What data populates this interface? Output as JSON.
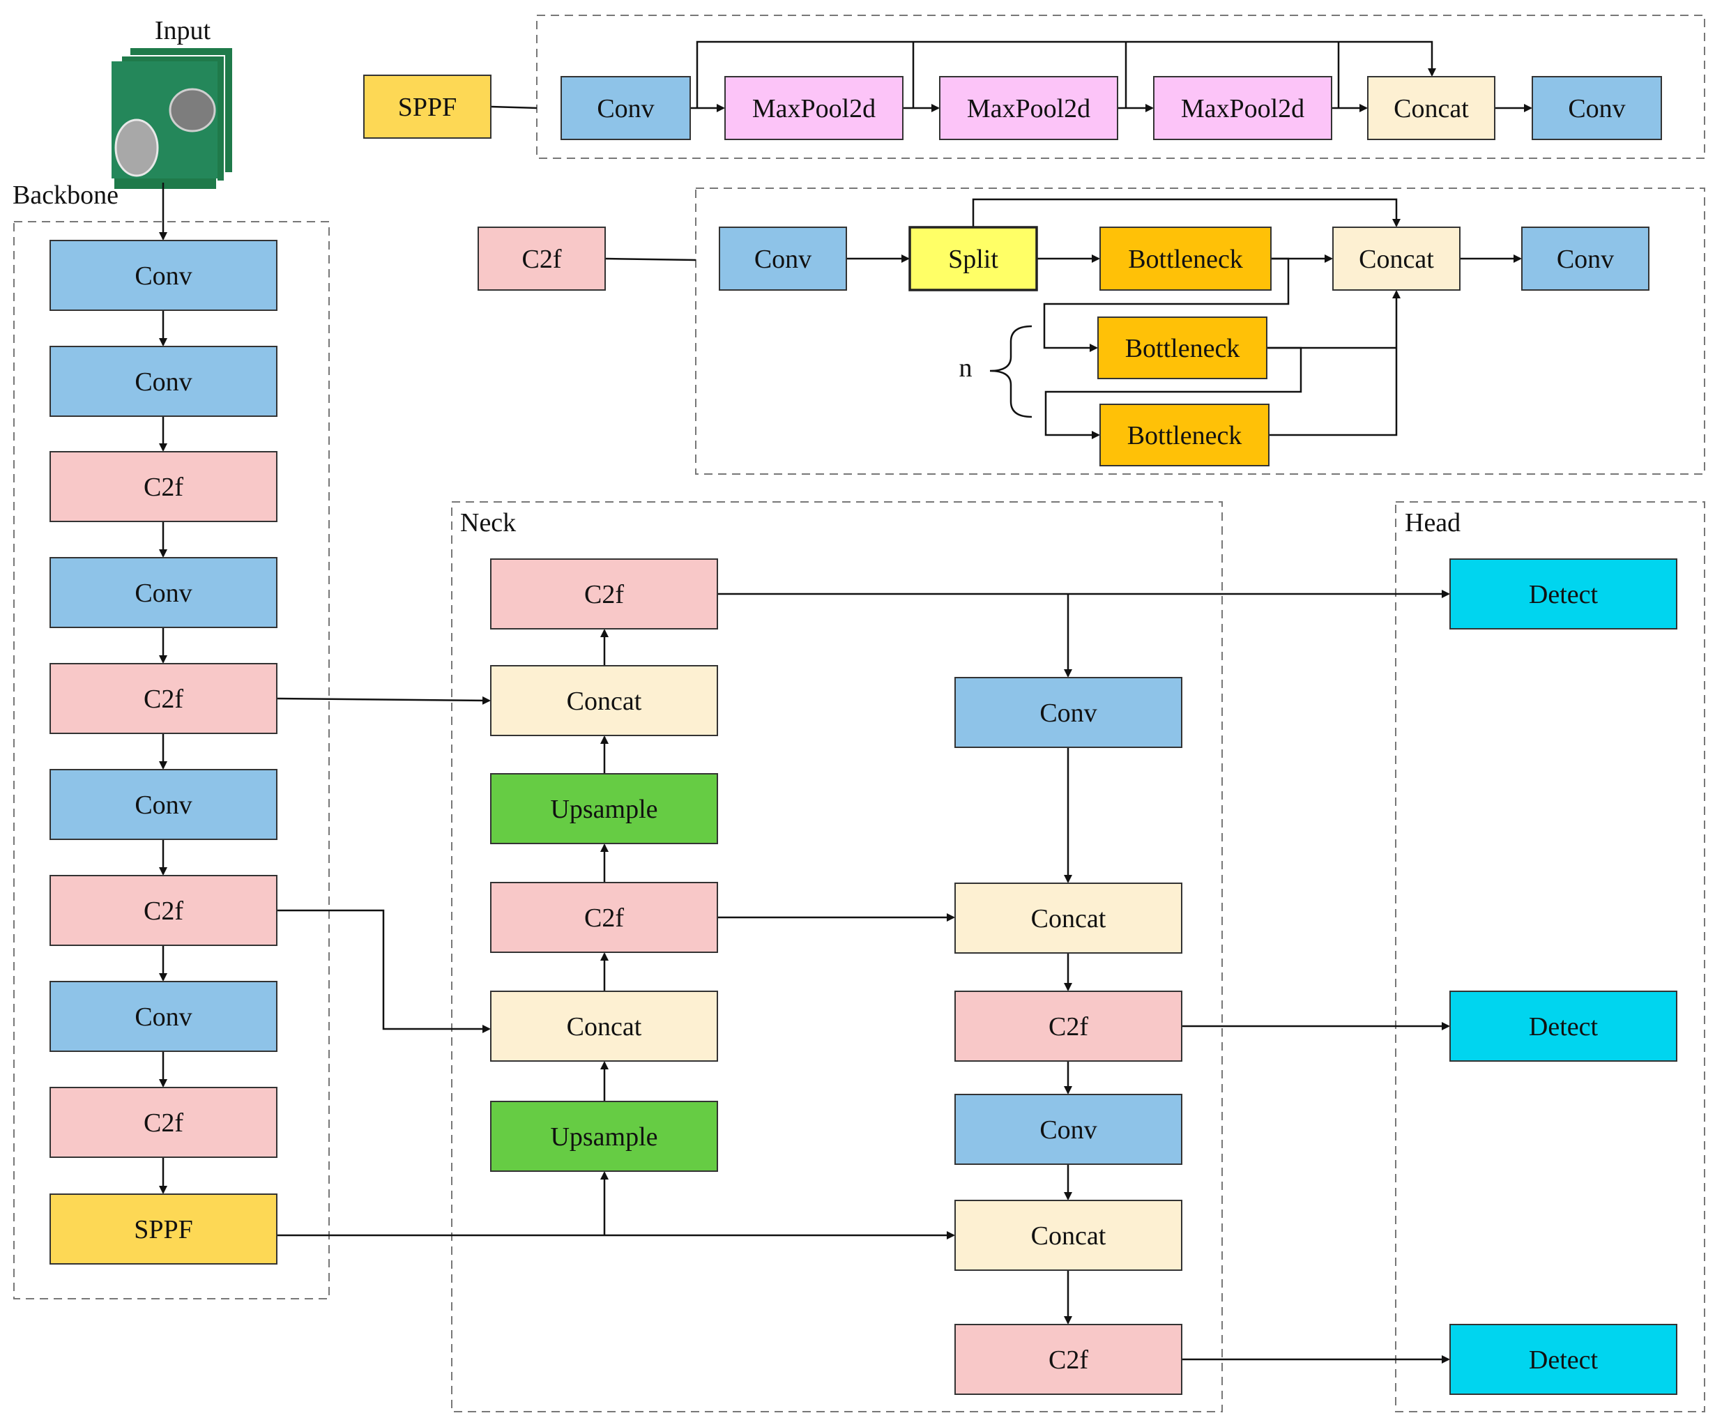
{
  "labels": {
    "input": "Input",
    "backbone": "Backbone",
    "neck": "Neck",
    "head": "Head",
    "n": "n"
  },
  "colors": {
    "conv": "#8ec3e8",
    "c2f": "#f8c8c8",
    "sppf": "#fdd855",
    "maxpool": "#fcc4f8",
    "concat": "#fdf0d2",
    "split": "#ffff66",
    "bottleneck": "#ffc107",
    "upsample": "#66cc44",
    "detect": "#00d5ef",
    "input_green": "#1f7a4a",
    "stroke": "#333333",
    "dash": "#777777"
  },
  "sppf_module": {
    "name": "SPPF",
    "blocks": [
      "Conv",
      "MaxPool2d",
      "MaxPool2d",
      "MaxPool2d",
      "Concat",
      "Conv"
    ]
  },
  "c2f_module": {
    "name": "C2f",
    "blocks": [
      "Conv",
      "Split",
      "Bottleneck",
      "Concat",
      "Conv"
    ],
    "extra_bottlenecks": [
      "Bottleneck",
      "Bottleneck"
    ]
  },
  "backbone": [
    "Conv",
    "Conv",
    "C2f",
    "Conv",
    "C2f",
    "Conv",
    "C2f",
    "Conv",
    "C2f",
    "SPPF"
  ],
  "neck_left": [
    "C2f",
    "Concat",
    "Upsample",
    "C2f",
    "Concat",
    "Upsample"
  ],
  "neck_right": [
    "Conv",
    "Concat",
    "C2f",
    "Conv",
    "Concat",
    "C2f"
  ],
  "head": [
    "Detect",
    "Detect",
    "Detect"
  ]
}
